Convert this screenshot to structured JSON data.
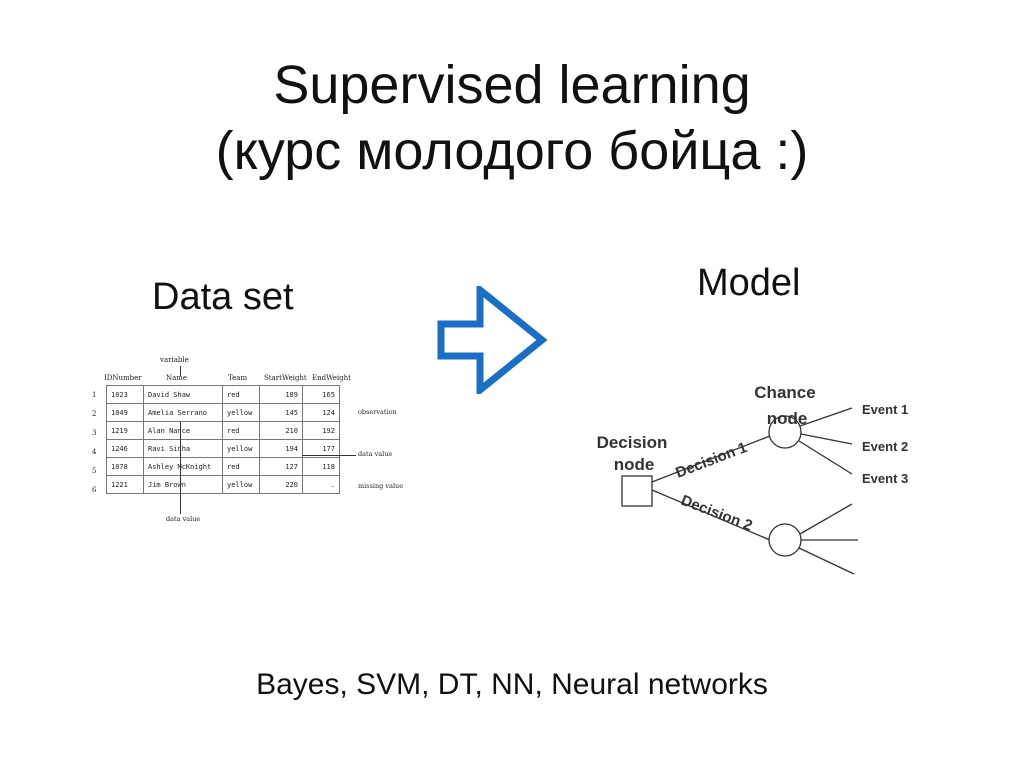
{
  "title": {
    "line1": "Supervised learning",
    "line2": "(курс молодого бойца :)"
  },
  "dataset": {
    "label": "Data set",
    "table": {
      "variable_label": "variable",
      "headers": [
        "IDNumber",
        "Name",
        "Team",
        "StartWeight",
        "EndWeight"
      ],
      "row_numbers": [
        "1",
        "2",
        "3",
        "4",
        "5",
        "6"
      ],
      "rows": [
        [
          "1023",
          "David Shaw",
          "red",
          "189",
          "165"
        ],
        [
          "1049",
          "Amelia Serrano",
          "yellow",
          "145",
          "124"
        ],
        [
          "1219",
          "Alan Nance",
          "red",
          "210",
          "192"
        ],
        [
          "1246",
          "Ravi Sinha",
          "yellow",
          "194",
          "177"
        ],
        [
          "1078",
          "Ashley McKnight",
          "red",
          "127",
          "118"
        ],
        [
          "1221",
          "Jim Brown",
          "yellow",
          "220",
          "."
        ]
      ],
      "annotations": {
        "observation": "observation",
        "data_value_right": "data value",
        "missing_value": "missing value",
        "data_value_bottom": "data value"
      }
    }
  },
  "model": {
    "label": "Model",
    "tree": {
      "decision_node": [
        "Decision",
        "node"
      ],
      "chance_node": [
        "Chance",
        "node"
      ],
      "branch1": "Decision 1",
      "branch2": "Decision 2",
      "events": [
        "Event 1",
        "Event 2",
        "Event 3"
      ]
    }
  },
  "colors": {
    "arrow": "#1a6fc4",
    "text": "#111111",
    "tree_text": "#333333"
  },
  "footer": "Bayes, SVM, DT, NN, Neural networks"
}
